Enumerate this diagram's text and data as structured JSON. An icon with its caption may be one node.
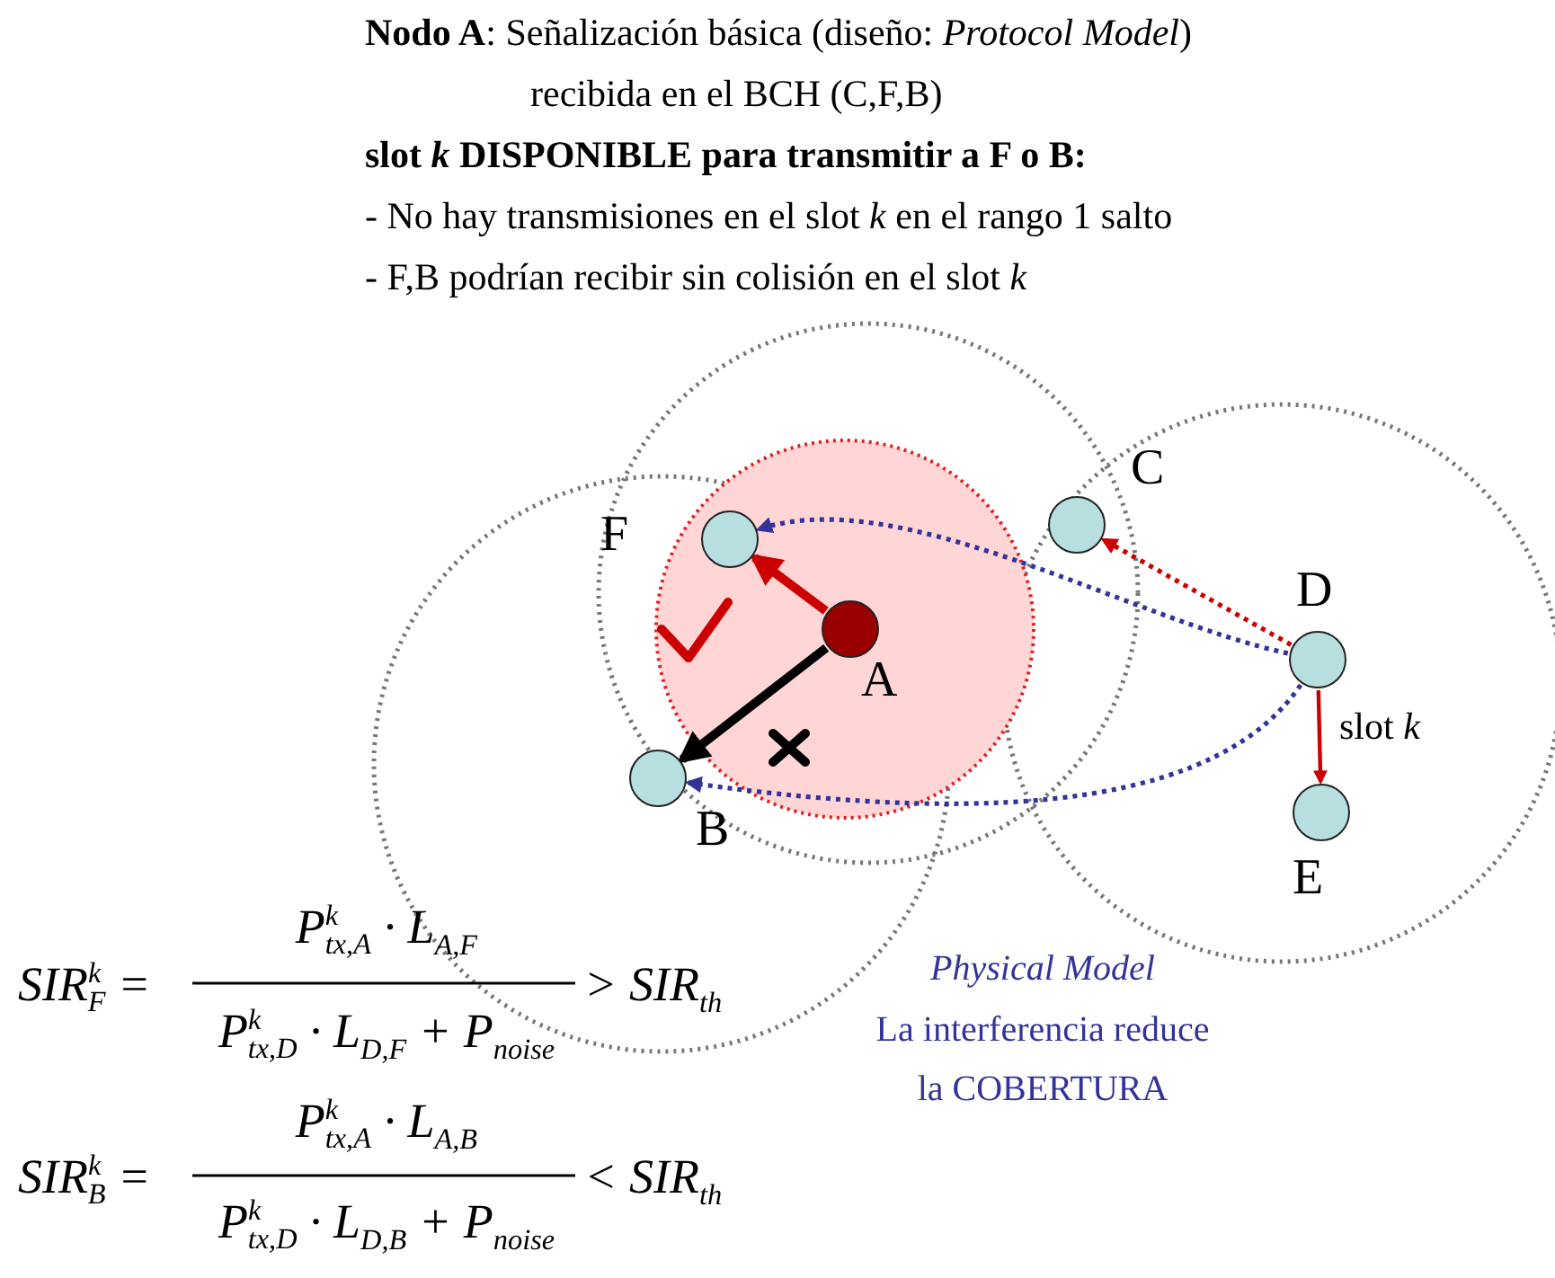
{
  "diagram": {
    "nodes": [
      {
        "text": [
          "F"
        ]
      },
      {
        "text": [
          "C"
        ]
      },
      {
        "text": [
          "A"
        ]
      },
      {
        "text": [
          "D"
        ]
      },
      {
        "text": [
          "B"
        ]
      },
      {
        "text": [
          "E"
        ]
      }
    ],
    "edges": [
      {
        "from": 2,
        "to": 0,
        "arrow": "to",
        "style": "thick"
      },
      {
        "from": 2,
        "to": 4,
        "arrow": "to",
        "style": "thick",
        "color": "#000000"
      },
      {
        "from": 3,
        "to": 1,
        "arrow": "to",
        "style": "dashed"
      },
      {
        "from": 3,
        "to": 0,
        "arrow": "to",
        "style": "dashed",
        "color": "#333399"
      },
      {
        "from": 3,
        "to": 4,
        "arrow": "to",
        "style": "dashed",
        "color": "#333399"
      },
      {
        "from": 3,
        "to": 5,
        "arrow": "to",
        "label": "slot *k*"
      }
    ],
    "labels": [
      "**Nodo A**:  Señalización básica  (diseño: *Protocol Model*)",
      "recibida en el BCH (C,F,B)",
      "slot *k* DISPONIBLE para transmitir a F o B:",
      "-  No hay transmisiones en el slot *k* en el rango 1 salto",
      "-  F,B podrían recibir sin colisión en el slot *k*",
      "SIR$^{k}$$_{F}$ =",
      "P$^{k}$$_{tx,A}$ · L$_{A,F}$",
      "P$^{k}$$_{tx,D}$ · L$_{D,F}$ + P$_{noise}$",
      "> SIR$_{th}$",
      "SIR$^{k}$$_{B}$ =",
      "P$^{k}$$_{tx,A}$ · L$_{A,B}$",
      "P$^{k}$$_{tx,D}$ · L$_{D,B}$ + P$_{noise}$",
      "< SIR$_{th}$",
      "Physical Model",
      "La interferencia reduce",
      "la COBERTURA"
    ]
  }
}
